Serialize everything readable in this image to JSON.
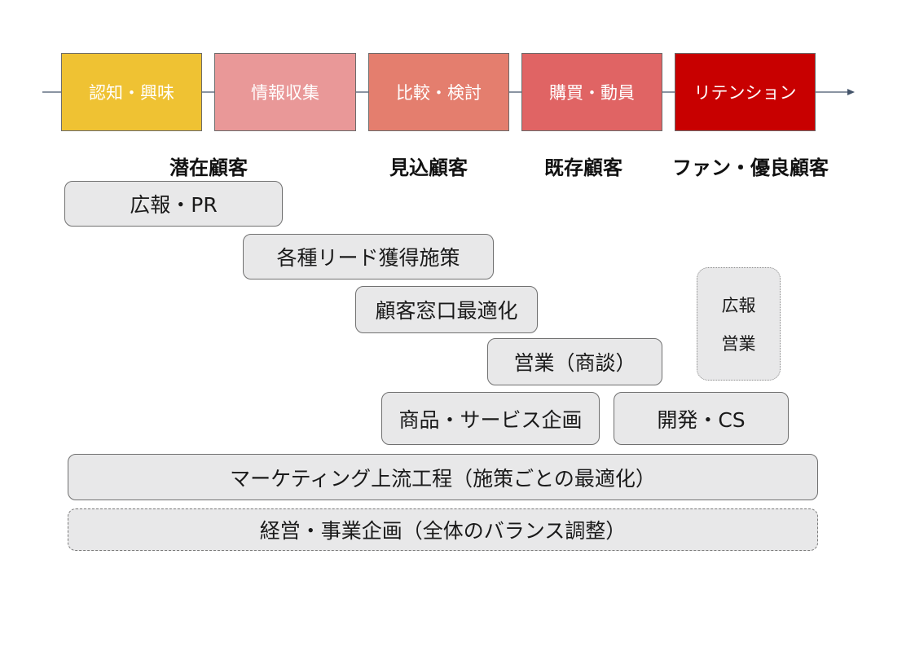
{
  "stages": [
    {
      "label": "認知・興味",
      "color": "#efc233"
    },
    {
      "label": "情報収集",
      "color": "#e99898"
    },
    {
      "label": "比較・検討",
      "color": "#e47e6e"
    },
    {
      "label": "購買・動員",
      "color": "#e06464"
    },
    {
      "label": "リテンション",
      "color": "#c80000"
    }
  ],
  "segments": {
    "potential": "潜在顧客",
    "prospect": "見込顧客",
    "existing": "既存顧客",
    "fan": "ファン・優良顧客"
  },
  "functions": {
    "pr": "広報・PR",
    "lead_gen": "各種リード獲得施策",
    "contact_opt": "顧客窓口最適化",
    "sales": "営業（商談）",
    "product_planning": "商品・サービス企画",
    "dev_cs": "開発・CS",
    "retention_pr": "広報",
    "retention_sales": "営業",
    "upstream": "マーケティング上流工程（施策ごとの最適化）",
    "management": "経営・事業企画（全体のバランス調整）"
  }
}
